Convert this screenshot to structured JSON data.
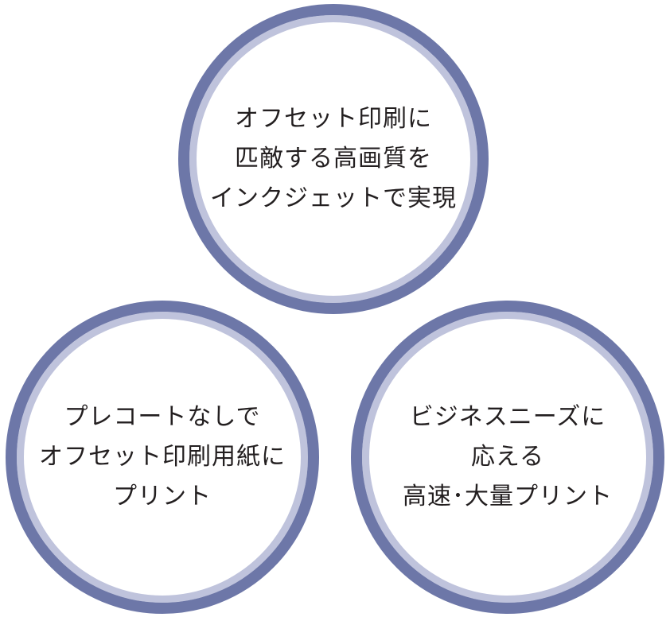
{
  "colors": {
    "ring_outer": "#6d77a8",
    "ring_inner": "#bfc3dc",
    "text": "#231f20",
    "background": "#ffffff"
  },
  "circles": [
    {
      "lines": [
        "オフセット印刷に",
        "匹敵する高画質を",
        "インクジェットで実現"
      ]
    },
    {
      "lines": [
        "プレコートなしで",
        "オフセット印刷用紙に",
        "プリント"
      ]
    },
    {
      "lines": [
        "ビジネスニーズに",
        "応える",
        "高速･大量プリント"
      ]
    }
  ]
}
